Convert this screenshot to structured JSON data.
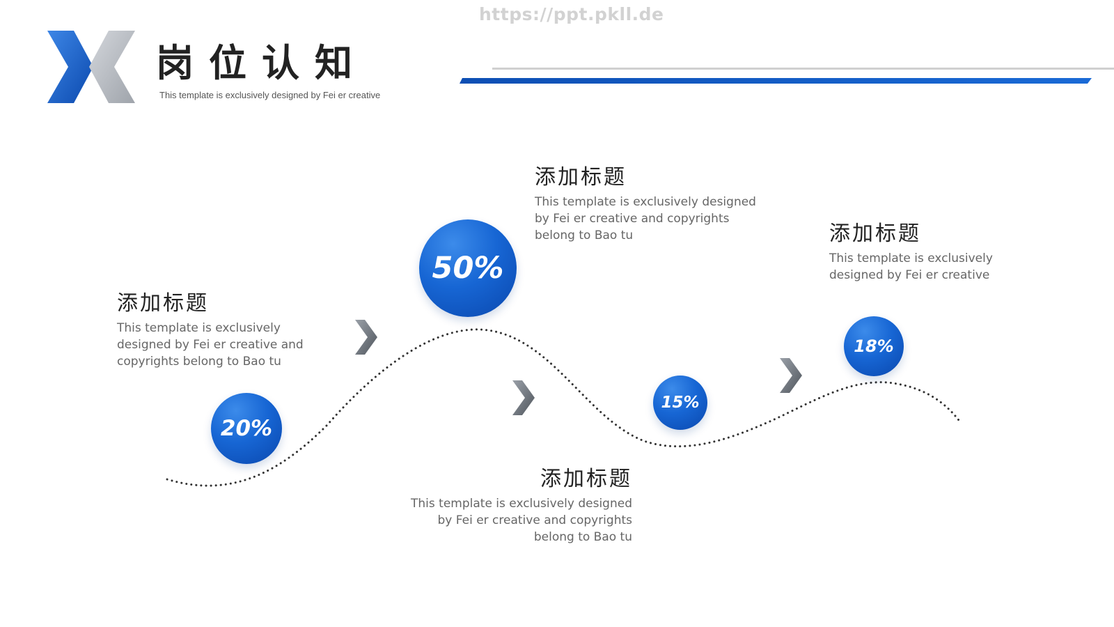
{
  "watermark": "https://ppt.pkll.de",
  "header": {
    "title": "岗位认知",
    "subtitle": "This template is exclusively designed by Fei er creative"
  },
  "colors": {
    "accent": "#1766d4",
    "accent_dark": "#0a47ad",
    "logo_gray": "#b9bcc2"
  },
  "items": [
    {
      "percent": "20%",
      "title": "添加标题",
      "desc": [
        "This template is exclusively",
        "designed by Fei er creative and",
        "copyrights belong to Bao tu"
      ]
    },
    {
      "percent": "50%",
      "title": "添加标题",
      "desc": [
        "This template is exclusively designed",
        "by Fei er creative and copyrights",
        "belong to Bao tu"
      ]
    },
    {
      "percent": "15%",
      "title": "添加标题",
      "desc": [
        "This template is exclusively designed",
        "by Fei er creative and copyrights",
        "belong to Bao tu"
      ]
    },
    {
      "percent": "18%",
      "title": "添加标题",
      "desc": [
        "This template is exclusively",
        "designed by Fei er creative"
      ]
    }
  ]
}
